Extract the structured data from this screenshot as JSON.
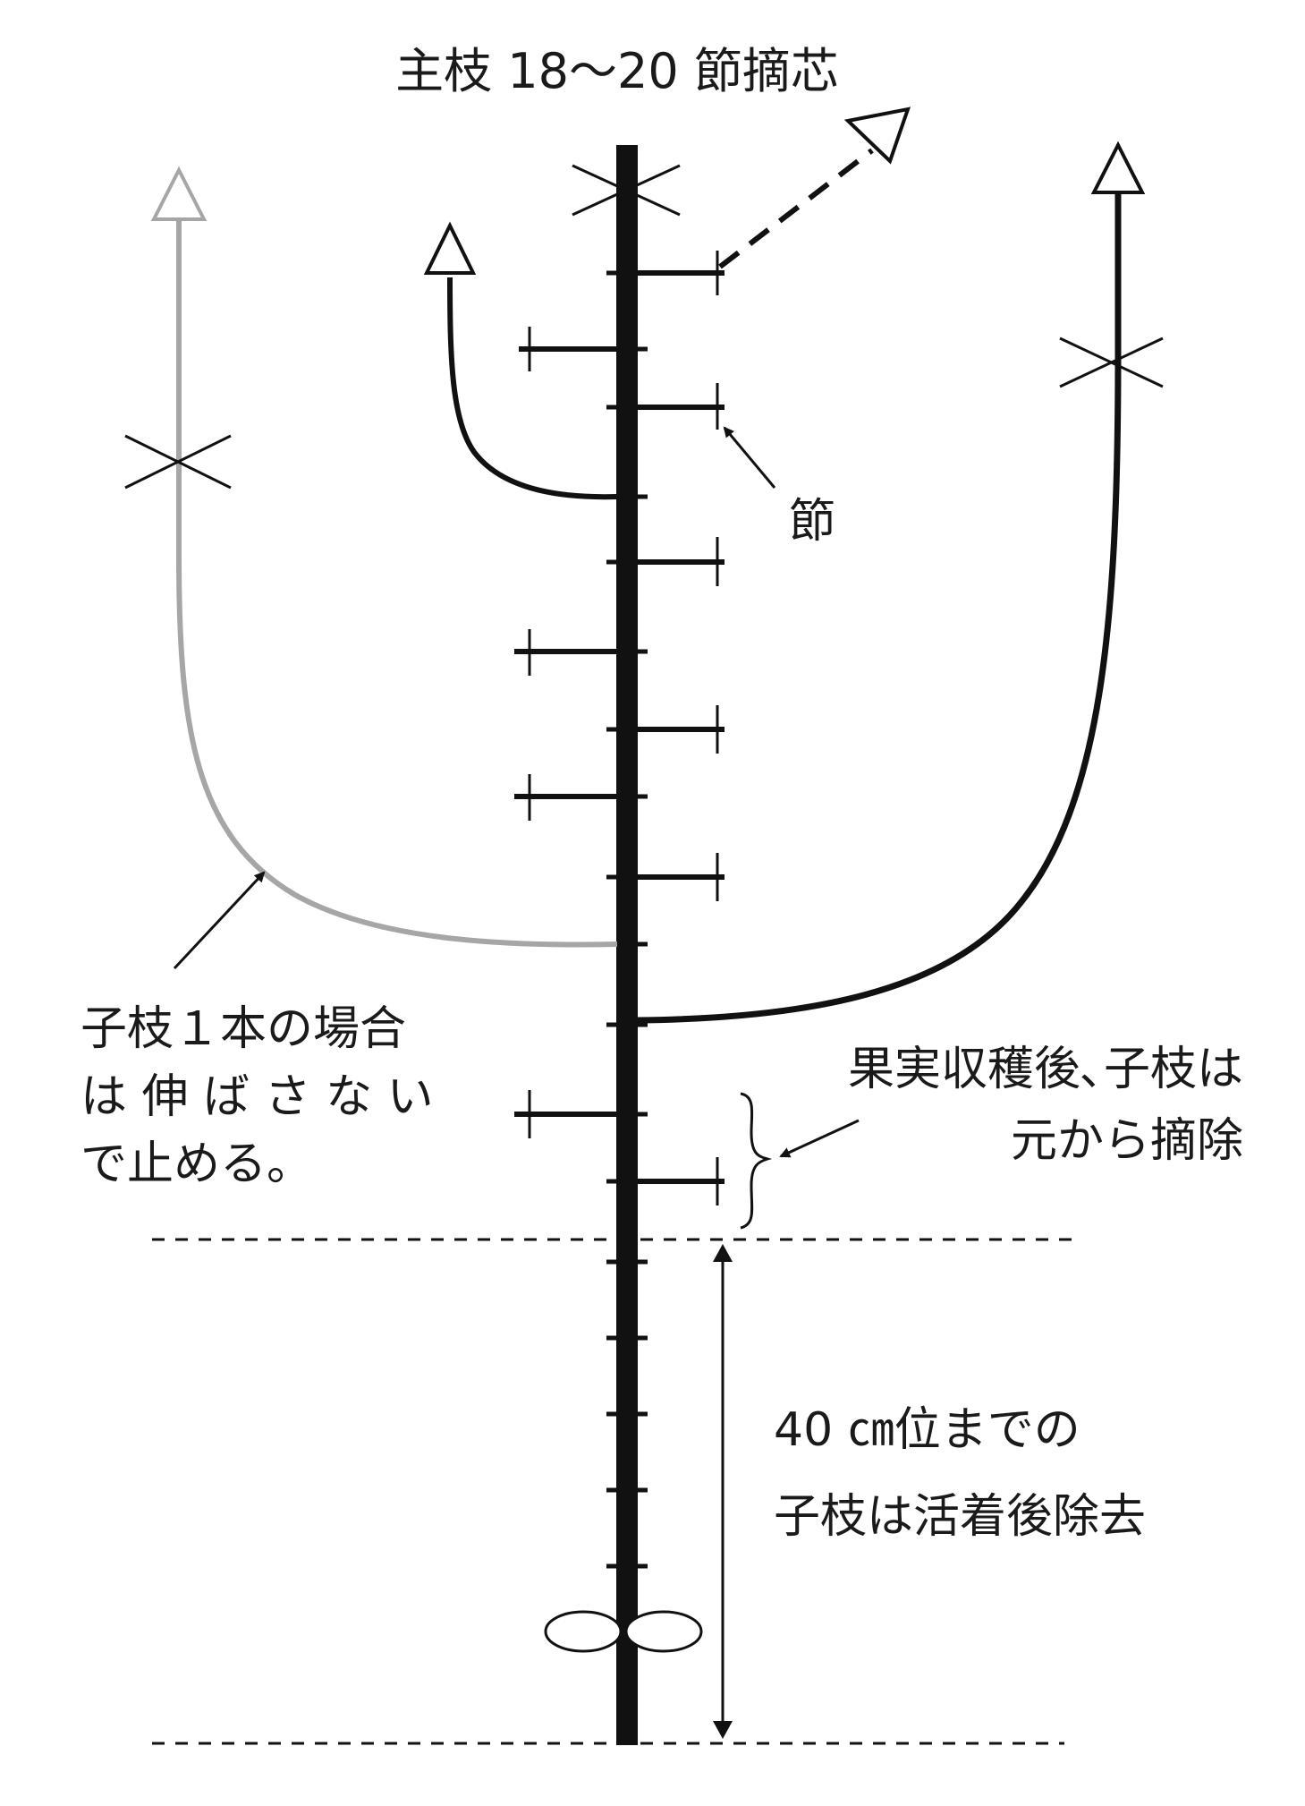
{
  "diagram": {
    "labels": {
      "top_title": "主枝 18～20 節摘芯",
      "node": "節",
      "left_note_line1": "子枝１本の場合",
      "left_note_line2": "は 伸 ば さ な い",
      "left_note_line3": "で止める。",
      "right_note_line1": "果実収穫後､子枝は",
      "right_note_line2": "元から摘除",
      "bottom_note_line1": "40 ㎝位までの",
      "bottom_note_line2": "子枝は活着後除去"
    },
    "colors": {
      "line": "#111111",
      "grey_branch": "#a6a6a6",
      "background": "#ffffff"
    }
  }
}
